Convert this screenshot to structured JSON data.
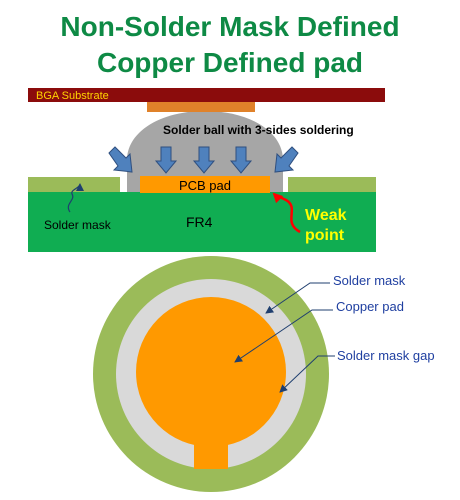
{
  "title": {
    "line1": "Non-Solder Mask Defined",
    "line2": "Copper Defined pad"
  },
  "cross_section": {
    "substrate_label": "BGA Substrate",
    "solder_ball_label": "Solder ball  with 3-sides soldering",
    "pcb_pad_label": "PCB pad",
    "solder_mask_label": "Solder mask",
    "fr4_label": "FR4",
    "weak_point_line1": "Weak",
    "weak_point_line2": "point"
  },
  "top_view": {
    "callout_solder_mask": "Solder mask",
    "callout_copper_pad": "Copper pad",
    "callout_gap": "Solder mask gap"
  },
  "colors": {
    "title": "#0e8a45",
    "substrate": "#8b0c0c",
    "substrate_text": "#ffd400",
    "fr4": "#10ad52",
    "solder_mask": "#9bbb59",
    "copper": "#ff9900",
    "solder_ball": "#a6a6a6",
    "arrow": "#4f81bd",
    "weak_point_text": "#ffff00",
    "weak_arrow": "#ff0000",
    "gap": "#d9d9d9",
    "callout_text": "#1f3fa0"
  }
}
